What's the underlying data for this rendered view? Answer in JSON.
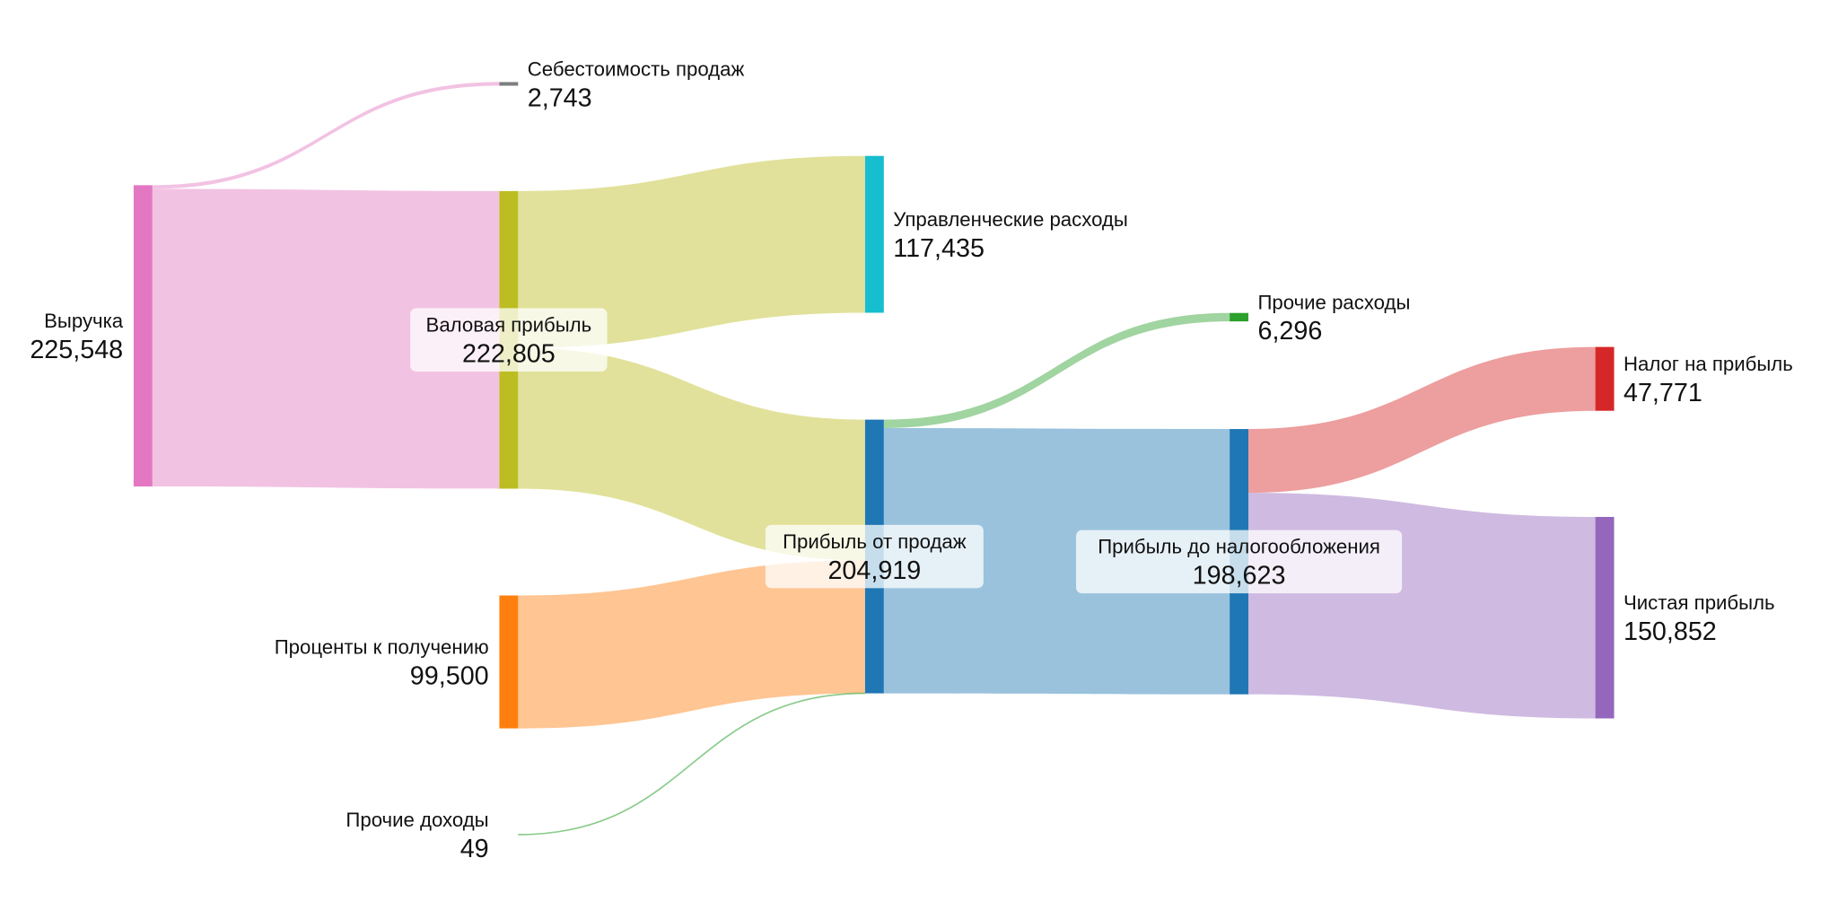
{
  "chart_data": {
    "type": "sankey",
    "title": "",
    "nodes": [
      {
        "label": "Выручка",
        "value": "225,548",
        "amount": 225548,
        "color": "#e377c2"
      },
      {
        "label": "Себестоимость продаж",
        "value": "2,743",
        "amount": 2743,
        "color": "#7f7f7f"
      },
      {
        "label": "Валовая прибыль",
        "value": "222,805",
        "amount": 222805,
        "color": "#bcbd22"
      },
      {
        "label": "Проценты к получению",
        "value": "99,500",
        "amount": 99500,
        "color": "#ff7f0e"
      },
      {
        "label": "Прочие доходы",
        "value": "49",
        "amount": 49,
        "color": "#2ca02c"
      },
      {
        "label": "Управленческие расходы",
        "value": "117,435",
        "amount": 117435,
        "color": "#17becf"
      },
      {
        "label": "Прибыль от продаж",
        "value": "204,919",
        "amount": 204919,
        "color": "#1f77b4"
      },
      {
        "label": "Прочие расходы",
        "value": "6,296",
        "amount": 6296,
        "color": "#2ca02c"
      },
      {
        "label": "Прибыль до налогообложения",
        "value": "198,623",
        "amount": 198623,
        "color": "#1f77b4"
      },
      {
        "label": "Налог на прибыль",
        "value": "47,771",
        "amount": 47771,
        "color": "#d62728"
      },
      {
        "label": "Чистая прибыль",
        "value": "150,852",
        "amount": 150852,
        "color": "#9467bd"
      }
    ],
    "links": [
      {
        "source": 0,
        "target": 1,
        "value": 2743,
        "color": "#e377c2"
      },
      {
        "source": 0,
        "target": 2,
        "value": 222805,
        "color": "#e377c2"
      },
      {
        "source": 2,
        "target": 5,
        "value": 117435,
        "color": "#bcbd22"
      },
      {
        "source": 2,
        "target": 6,
        "value": 105370,
        "color": "#bcbd22"
      },
      {
        "source": 3,
        "target": 6,
        "value": 99500,
        "color": "#ff7f0e"
      },
      {
        "source": 4,
        "target": 6,
        "value": 49,
        "color": "#2ca02c"
      },
      {
        "source": 6,
        "target": 7,
        "value": 6296,
        "color": "#2ca02c"
      },
      {
        "source": 6,
        "target": 8,
        "value": 198623,
        "color": "#1f77b4"
      },
      {
        "source": 8,
        "target": 9,
        "value": 47771,
        "color": "#d62728"
      },
      {
        "source": 8,
        "target": 10,
        "value": 150852,
        "color": "#9467bd"
      }
    ]
  }
}
